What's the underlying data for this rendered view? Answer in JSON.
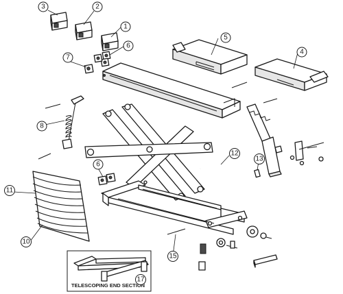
{
  "callouts": [
    {
      "id": "c1",
      "label": "1"
    },
    {
      "id": "c2",
      "label": "2"
    },
    {
      "id": "c3",
      "label": "3"
    },
    {
      "id": "c4",
      "label": "4"
    },
    {
      "id": "c5",
      "label": "5"
    },
    {
      "id": "c6a",
      "label": "6"
    },
    {
      "id": "c6b",
      "label": "6"
    },
    {
      "id": "c7",
      "label": "7"
    },
    {
      "id": "c8",
      "label": "8"
    },
    {
      "id": "c10",
      "label": "10"
    },
    {
      "id": "c11",
      "label": "11"
    },
    {
      "id": "c12",
      "label": "12"
    },
    {
      "id": "c13",
      "label": "13"
    },
    {
      "id": "c15",
      "label": "15"
    },
    {
      "id": "c17",
      "label": "17"
    }
  ],
  "inset": {
    "caption": "TELESCOPING END SECTION"
  }
}
